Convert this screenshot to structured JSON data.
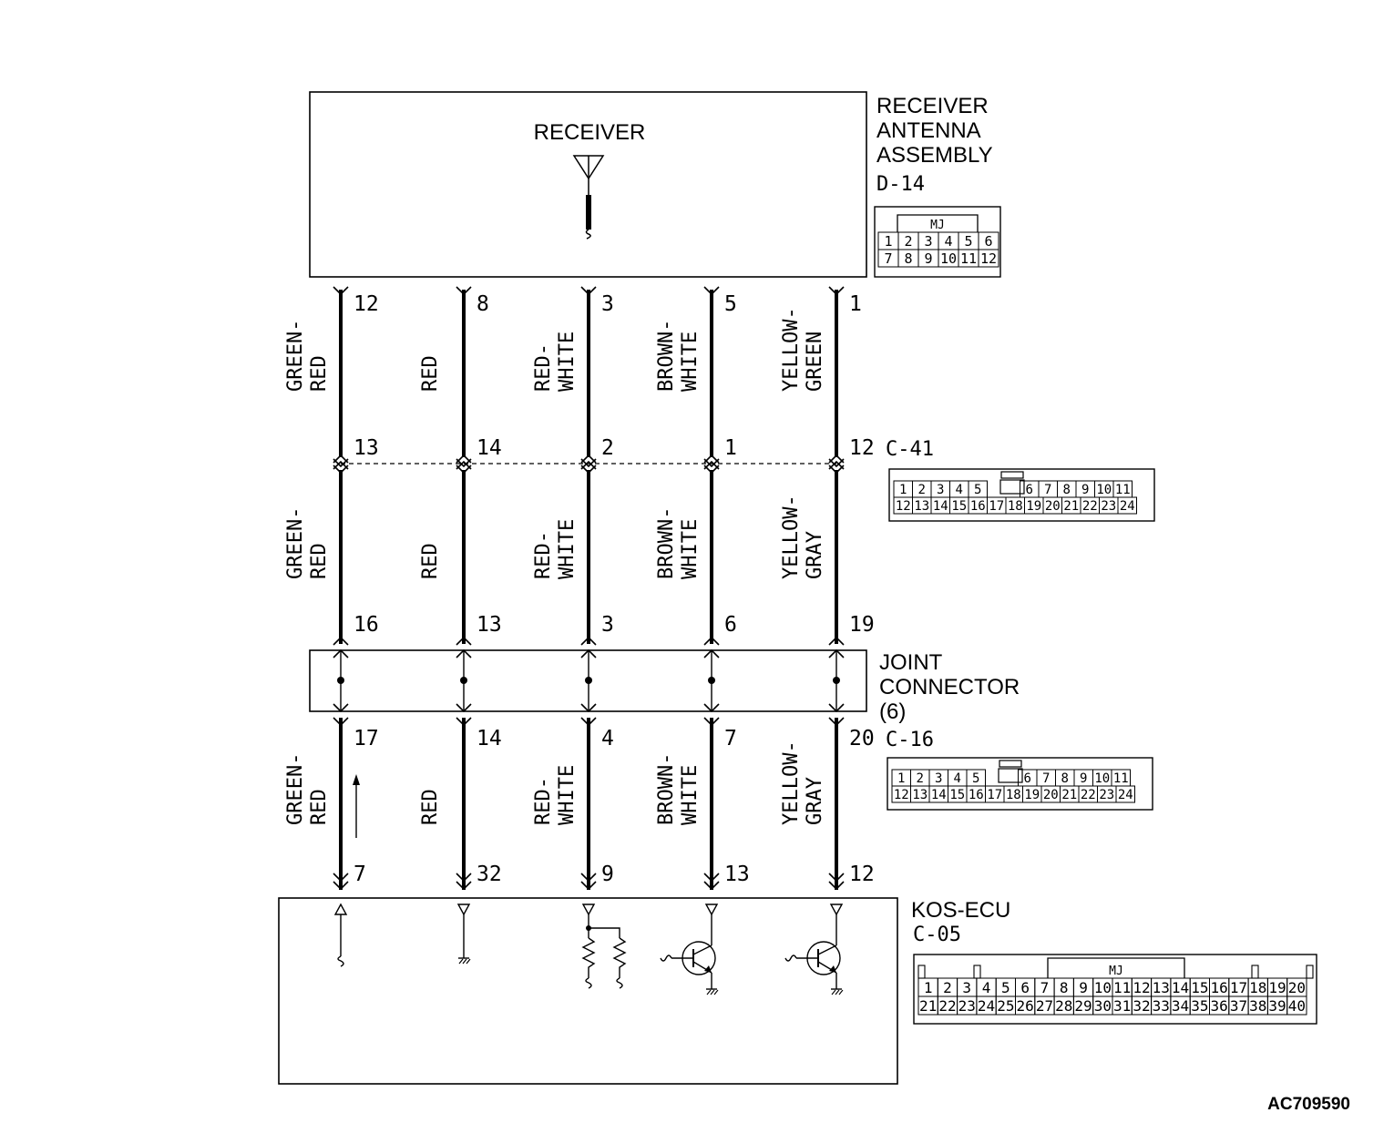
{
  "receiver": {
    "label": "RECEIVER",
    "assembly_lines": [
      "RECEIVER",
      "ANTENNA",
      "ASSEMBLY"
    ],
    "connector": "D-14",
    "connector_tag": "MJ",
    "connector_rows": [
      [
        "1",
        "2",
        "3",
        "4",
        "5",
        "6"
      ],
      [
        "7",
        "8",
        "9",
        "10",
        "11",
        "12"
      ]
    ]
  },
  "c41": {
    "label": "C-41",
    "connector_rows": [
      [
        "1",
        "2",
        "3",
        "4",
        "5",
        "",
        "6",
        "7",
        "8",
        "9",
        "10",
        "11"
      ],
      [
        "12",
        "13",
        "14",
        "15",
        "16",
        "17",
        "18",
        "19",
        "20",
        "21",
        "22",
        "23",
        "24"
      ]
    ]
  },
  "joint": {
    "lines": [
      "JOINT",
      "CONNECTOR",
      "(6)"
    ]
  },
  "c16": {
    "label": "C-16",
    "connector_rows": [
      [
        "1",
        "2",
        "3",
        "4",
        "5",
        "",
        "6",
        "7",
        "8",
        "9",
        "10",
        "11"
      ],
      [
        "12",
        "13",
        "14",
        "15",
        "16",
        "17",
        "18",
        "19",
        "20",
        "21",
        "22",
        "23",
        "24"
      ]
    ]
  },
  "ecu": {
    "lines": [
      "KOS-ECU",
      "C-05"
    ],
    "connector_tag": "MJ",
    "connector_rows": [
      [
        "1",
        "2",
        "3",
        "4",
        "5",
        "6",
        "7",
        "8",
        "9",
        "10",
        "11",
        "12",
        "13",
        "14",
        "15",
        "16",
        "17",
        "18",
        "19",
        "20"
      ],
      [
        "21",
        "22",
        "23",
        "24",
        "25",
        "26",
        "27",
        "28",
        "29",
        "30",
        "31",
        "32",
        "33",
        "34",
        "35",
        "36",
        "37",
        "38",
        "39",
        "40"
      ]
    ]
  },
  "wires": [
    {
      "receiver_pin": "12",
      "c41_in": "13",
      "c41_out": "16",
      "c16_in": "17",
      "ecu_pin": "7",
      "seg1": [
        "GREEN-",
        "RED"
      ],
      "seg2": [
        "GREEN-",
        "RED"
      ],
      "seg3": [
        "GREEN-",
        "RED"
      ]
    },
    {
      "receiver_pin": "8",
      "c41_in": "14",
      "c41_out": "13",
      "c16_in": "14",
      "ecu_pin": "32",
      "seg1": [
        "RED"
      ],
      "seg2": [
        "RED"
      ],
      "seg3": [
        "RED"
      ]
    },
    {
      "receiver_pin": "3",
      "c41_in": "2",
      "c41_out": "3",
      "c16_in": "4",
      "ecu_pin": "9",
      "seg1": [
        "RED-",
        "WHITE"
      ],
      "seg2": [
        "RED-",
        "WHITE"
      ],
      "seg3": [
        "RED-",
        "WHITE"
      ]
    },
    {
      "receiver_pin": "5",
      "c41_in": "1",
      "c41_out": "6",
      "c16_in": "7",
      "ecu_pin": "13",
      "seg1": [
        "BROWN-",
        "WHITE"
      ],
      "seg2": [
        "BROWN-",
        "WHITE"
      ],
      "seg3": [
        "BROWN-",
        "WHITE"
      ]
    },
    {
      "receiver_pin": "1",
      "c41_in": "12",
      "c41_out": "19",
      "c16_in": "20",
      "ecu_pin": "12",
      "seg1": [
        "YELLOW-",
        "GREEN"
      ],
      "seg2": [
        "YELLOW-",
        "GRAY"
      ],
      "seg3": [
        "YELLOW-",
        "GRAY"
      ]
    }
  ],
  "figure_id": "AC709590"
}
